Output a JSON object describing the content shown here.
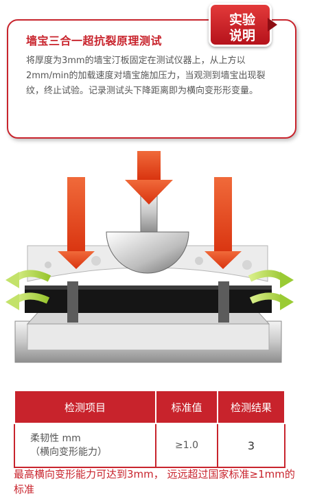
{
  "badge": {
    "line1": "实验",
    "line2": "说明"
  },
  "info": {
    "title": "墙宝三合一超抗裂原理测试",
    "body": "将厚度为3mm的墙宝汀板固定在测试仪器上，从上方以2mm/min的加载速度对墙宝施加压力，当观测到墙宝出现裂纹，终止试验。记录测试头下降距离即为横向变形形变量。"
  },
  "table": {
    "headers": [
      "检测项目",
      "标准值",
      "检测结果"
    ],
    "row": {
      "item_line1": "柔韧性 mm",
      "item_line2": "（横向变形能力）",
      "standard": "≥1.0",
      "result": "3"
    }
  },
  "footnote": "最高横向变形能力可达到3mm， 远远超过国家标准≥1mm的标准",
  "colors": {
    "accent": "#c8232c",
    "arrow": "#e64a1e",
    "green_arrow": "#a8d23c"
  }
}
